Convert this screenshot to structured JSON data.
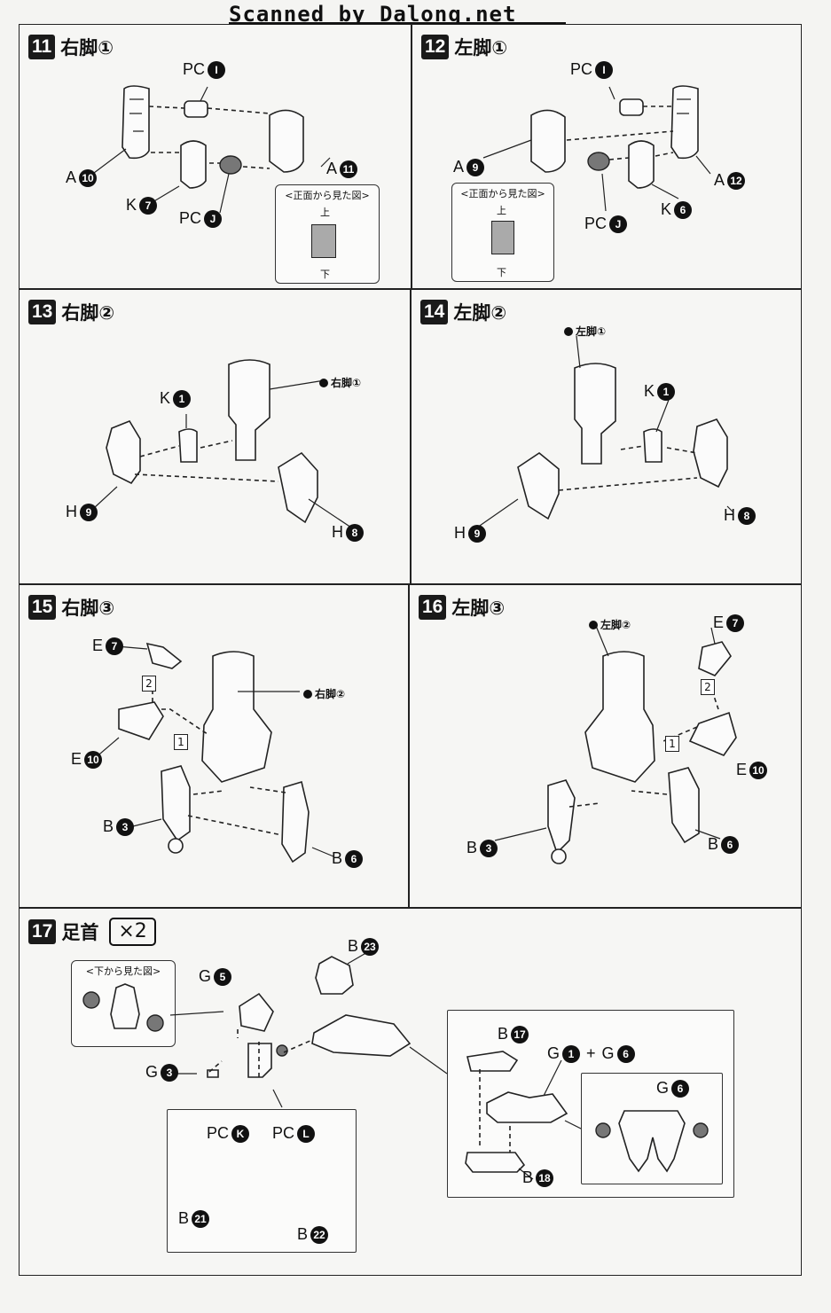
{
  "watermark": "Scanned by Dalong.net",
  "steps": {
    "s11": {
      "num": "11",
      "title": "右脚①",
      "labels": {
        "pc_i": "PC",
        "pc_i_n": "I",
        "a10": "A",
        "a10_n": "10",
        "k7": "K",
        "k7_n": "7",
        "pc_j": "PC",
        "pc_j_n": "J",
        "a11": "A",
        "a11_n": "11"
      },
      "inset": {
        "title": "<正面から見た図>",
        "top": "上",
        "bottom": "下"
      }
    },
    "s12": {
      "num": "12",
      "title": "左脚①",
      "labels": {
        "pc_i": "PC",
        "pc_i_n": "I",
        "a9": "A",
        "a9_n": "9",
        "a12": "A",
        "a12_n": "12",
        "k6": "K",
        "k6_n": "6",
        "pc_j": "PC",
        "pc_j_n": "J"
      },
      "inset": {
        "title": "<正面から見た図>",
        "top": "上",
        "bottom": "下"
      }
    },
    "s13": {
      "num": "13",
      "title": "右脚②",
      "labels": {
        "k1": "K",
        "k1_n": "1",
        "h9": "H",
        "h9_n": "9",
        "h8": "H",
        "h8_n": "8",
        "ref": "右脚①"
      }
    },
    "s14": {
      "num": "14",
      "title": "左脚②",
      "labels": {
        "ref": "左脚①",
        "k1": "K",
        "k1_n": "1",
        "h9": "H",
        "h9_n": "9",
        "h8": "H",
        "h8_n": "8"
      }
    },
    "s15": {
      "num": "15",
      "title": "右脚③",
      "labels": {
        "e7": "E",
        "e7_n": "7",
        "e10": "E",
        "e10_n": "10",
        "b3": "B",
        "b3_n": "3",
        "b6": "B",
        "b6_n": "6",
        "ref": "右脚②",
        "o1": "1",
        "o2": "2"
      }
    },
    "s16": {
      "num": "16",
      "title": "左脚③",
      "labels": {
        "ref": "左脚②",
        "e7": "E",
        "e7_n": "7",
        "e10": "E",
        "e10_n": "10",
        "b3": "B",
        "b3_n": "3",
        "b6": "B",
        "b6_n": "6",
        "o1": "1",
        "o2": "2"
      }
    },
    "s17": {
      "num": "17",
      "title": "足首",
      "multiplier": "×2",
      "inset_bottom": "<下から見た図>",
      "labels": {
        "b23": "B",
        "b23_n": "23",
        "g5": "G",
        "g5_n": "5",
        "g3": "G",
        "g3_n": "3",
        "pc_k": "PC",
        "pc_k_n": "K",
        "pc_l": "PC",
        "pc_l_n": "L",
        "b21": "B",
        "b21_n": "21",
        "b22": "B",
        "b22_n": "22",
        "b17": "B",
        "b17_n": "17",
        "g1": "G",
        "g1_n": "1",
        "plus": "+",
        "g6a": "G",
        "g6a_n": "6",
        "g6b": "G",
        "g6b_n": "6",
        "b18": "B",
        "b18_n": "18"
      }
    }
  }
}
